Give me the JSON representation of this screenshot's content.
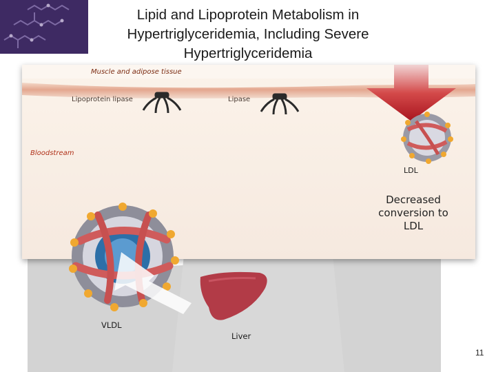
{
  "title": "Lipid and Lipoprotein Metabolism in Hypertriglyceridemia, Including Severe Hypertriglyceridemia",
  "labels": {
    "muscle": "Muscle and adipose tissue",
    "lipoprotein_lipase": "Lipoprotein lipase",
    "lipase": "Lipase",
    "bloodstream": "Bloodstream",
    "ldl": "LDL",
    "decreased": "Decreased conversion to LDL",
    "vldl": "VLDL",
    "liver": "Liver"
  },
  "page_number": "11",
  "colors": {
    "body_silhouette": "#d3d3d3",
    "tissue_band": "#e7a98f",
    "bloodstream_bg": "#f8ece2",
    "liver": "#b23b47",
    "arrow_red": "#c0202a",
    "lipoprotein_band": "#cf5b5b",
    "protein_orange": "#f0a830",
    "core_blue": "#2c6fa8"
  },
  "icons": {
    "corner_decoration": "hexagon-chain-icon",
    "enzyme": "enzyme-anchor-icon"
  }
}
